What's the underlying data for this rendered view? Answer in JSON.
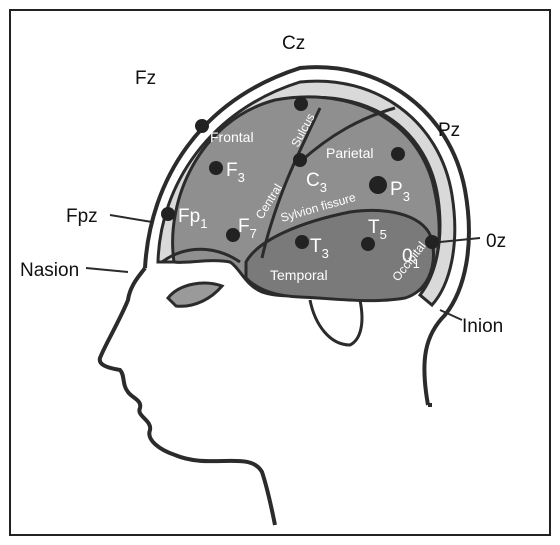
{
  "colors": {
    "outline": "#2b2b2b",
    "brain_fill": "#8f8f8f",
    "brain_lower": "#7a7a7a",
    "skull_fill": "#d9d9d9",
    "electrode": "#222222",
    "background": "#ffffff"
  },
  "labels": {
    "cz": "Cz",
    "fz": "Fz",
    "pz": "Pz",
    "fpz": "Fpz",
    "oz": "0z",
    "nasion": "Nasion",
    "inion": "Inion"
  },
  "electrodes": {
    "f3": {
      "main": "F",
      "sub": "3"
    },
    "fp1": {
      "main": "Fp",
      "sub": "1"
    },
    "f7": {
      "main": "F",
      "sub": "7"
    },
    "c3": {
      "main": "C",
      "sub": "3"
    },
    "p3": {
      "main": "P",
      "sub": "3"
    },
    "t3": {
      "main": "T",
      "sub": "3"
    },
    "t5": {
      "main": "T",
      "sub": "5"
    },
    "o1": {
      "main": "0",
      "sub": "1"
    }
  },
  "regions": {
    "frontal": "Frontal",
    "parietal": "Parietal",
    "temporal": "Temporal",
    "occipital": "Occipital",
    "central": "Central",
    "sulcus": "Sulcus",
    "sylvian": "Sylvion fissure"
  }
}
